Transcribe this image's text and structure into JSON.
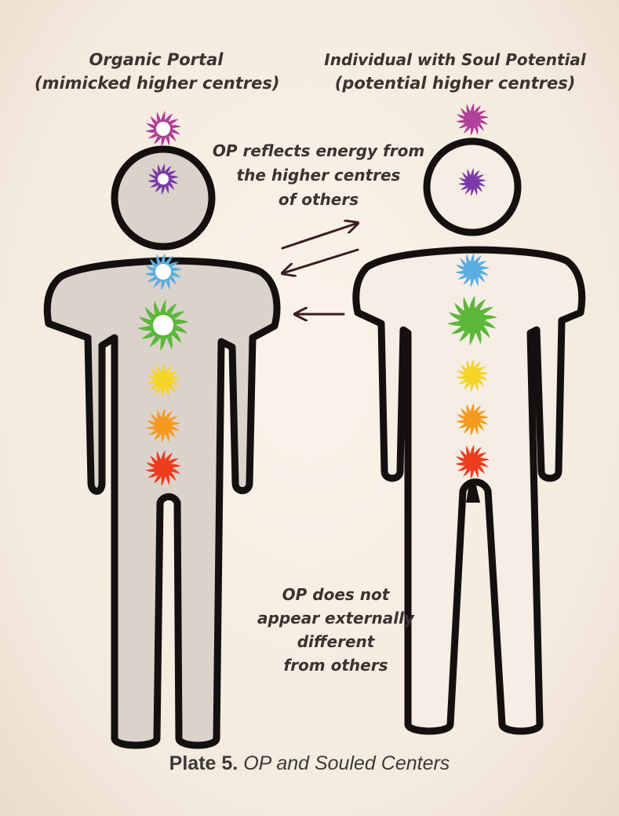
{
  "left_figure": {
    "title": "Organic Portal",
    "subtitle": "(mimicked higher centres)"
  },
  "right_figure": {
    "title": "Individual with Soul Potential",
    "subtitle": "(potential higher centres)"
  },
  "annotation_top": [
    "OP reflects energy from",
    "the higher centres",
    "of others"
  ],
  "annotation_bottom": [
    "OP does not",
    "appear externally",
    "different",
    "from others"
  ],
  "caption": {
    "label": "Plate 5.",
    "text": "OP and Souled Centers"
  },
  "colors": {
    "crown": "#b0409a",
    "third_eye": "#7a3aa8",
    "throat": "#5aaee0",
    "heart": "#5cb83a",
    "solar_plexus": "#f5d428",
    "sacral": "#f59a1e",
    "root": "#ee3d1e",
    "outline": "#141010",
    "left_fill": "#dcd2cc",
    "right_fill": "#f6ede4"
  }
}
